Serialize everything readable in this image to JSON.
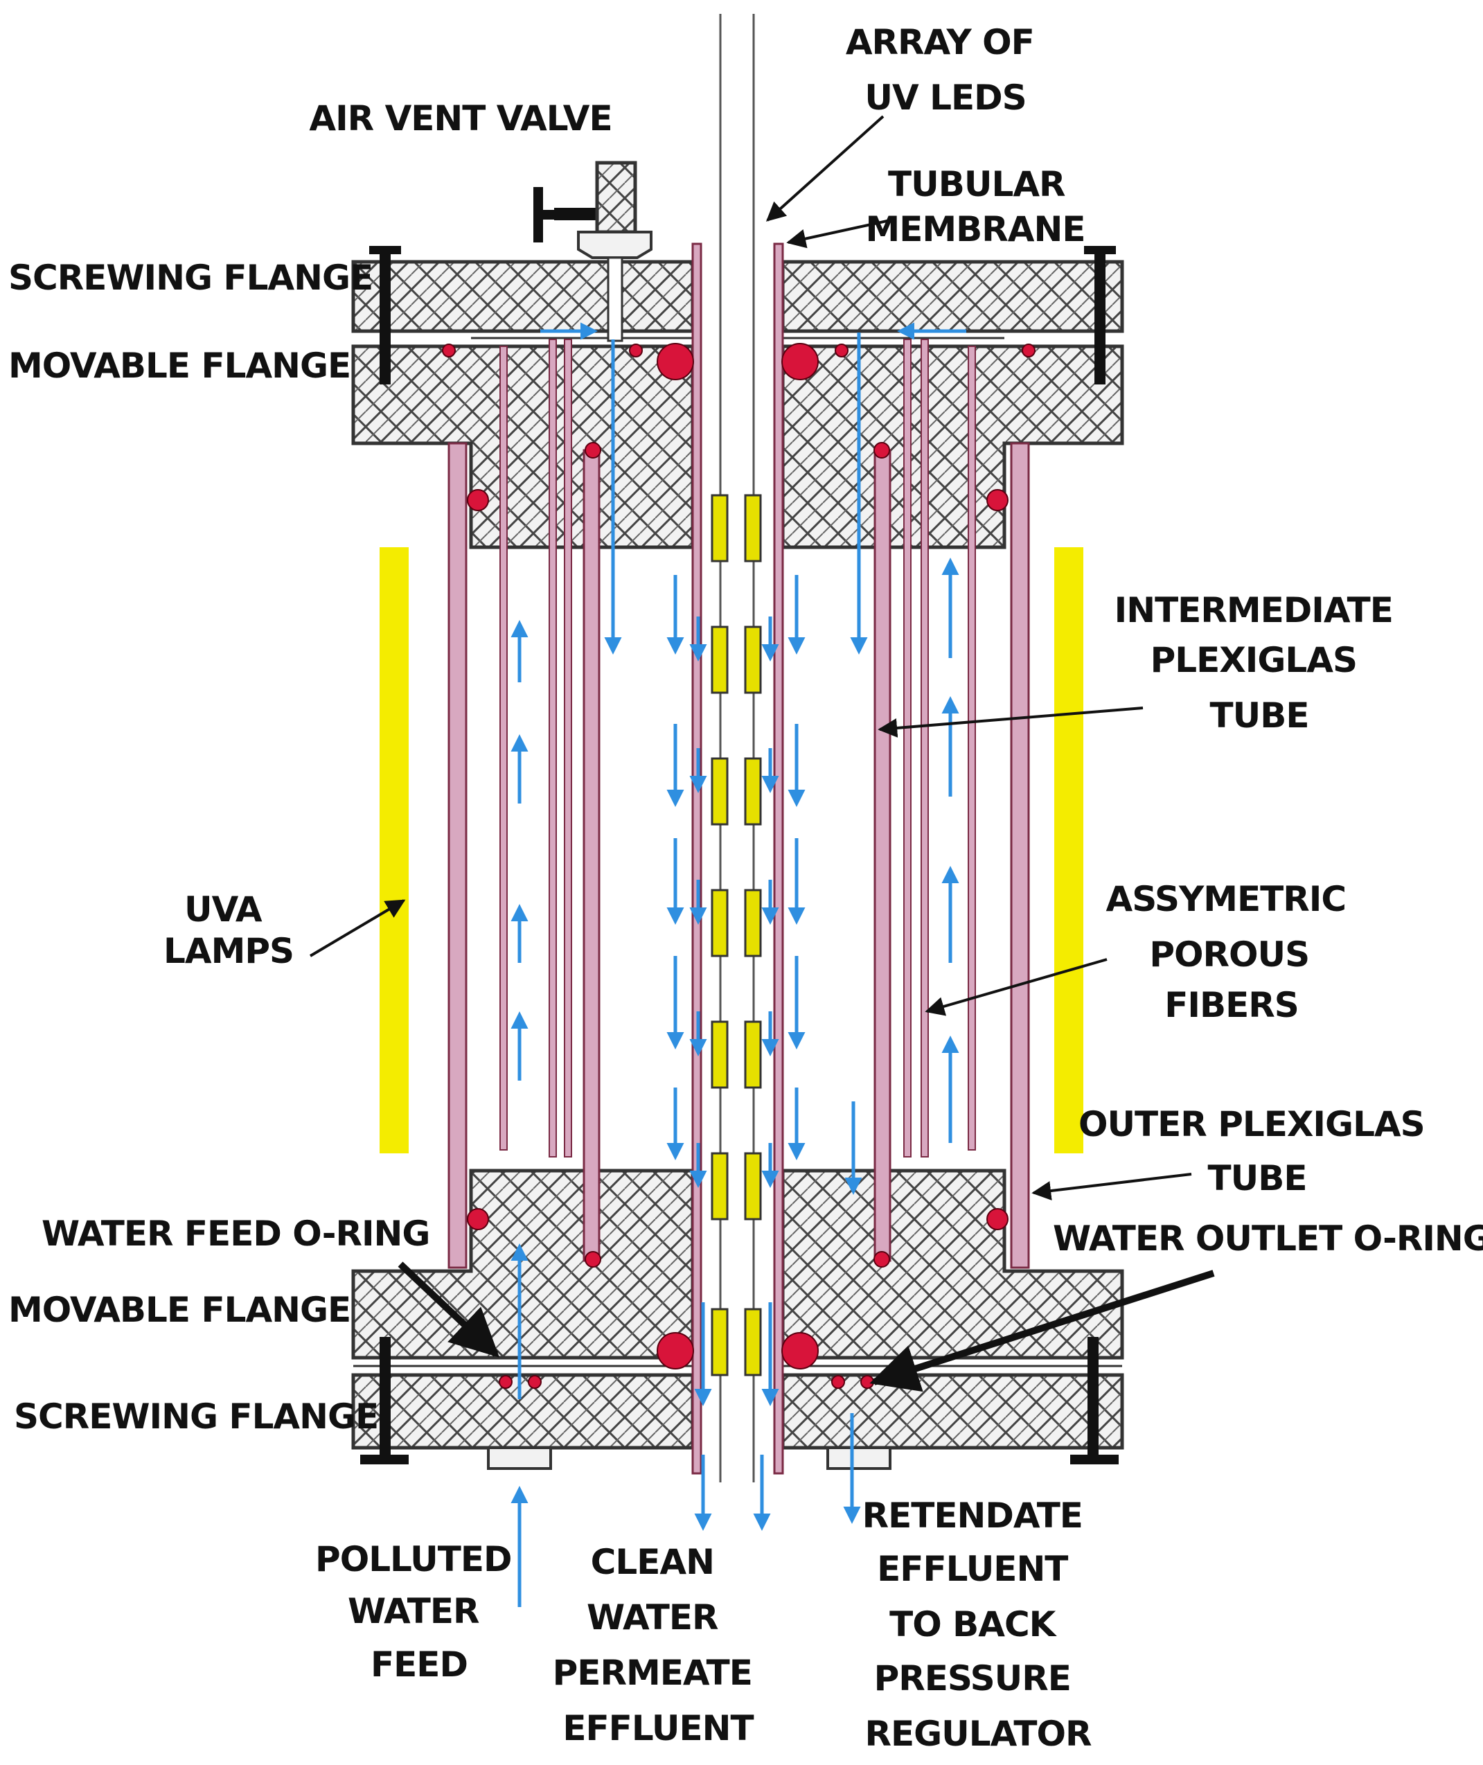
{
  "labels": {
    "array_of_uv_leds": [
      "ARRAY OF",
      "UV LEDS"
    ],
    "air_vent_valve": "AIR VENT VALVE",
    "tubular_membrane": [
      "TUBULAR",
      "MEMBRANE"
    ],
    "screwing_flange_top": "SCREWING FLANGE",
    "movable_flange_top": "MOVABLE FLANGE",
    "intermediate_plexiglas_tube": [
      "INTERMEDIATE",
      "PLEXIGLAS",
      "TUBE"
    ],
    "uva_lamps": [
      "UVA",
      "LAMPS"
    ],
    "assymetric_porous_fibers": [
      "ASSYMETRIC",
      "POROUS",
      "FIBERS"
    ],
    "outer_plexiglas_tube": [
      "OUTER PLEXIGLAS",
      "TUBE"
    ],
    "water_feed_o_ring": "WATER FEED O-RING",
    "water_outlet_o_ring": "WATER OUTLET O-RING",
    "movable_flange_bottom": "MOVABLE FLANGE",
    "screwing_flange_bottom": "SCREWING FLANGE",
    "polluted_water_feed": [
      "POLLUTED",
      "WATER",
      "FEED"
    ],
    "clean_water_permeate_effluent": [
      "CLEAN",
      "WATER",
      "PERMEATE",
      "EFFLUENT"
    ],
    "retendate_effluent": [
      "RETENDATE",
      "EFFLUENT",
      "TO BACK",
      "PRESSURE",
      "REGULATOR"
    ]
  },
  "colors": {
    "uva_lamp": "#f4ec00",
    "uv_led": "#e6e000",
    "flow_arrow": "#2f8fe0",
    "o_ring": "#d8143a",
    "plexiglas_tube": "#d8a8c0",
    "tube_outline": "#7a2a44",
    "flange_hatch": "#444444",
    "flange_fill": "#f2f2f2"
  }
}
